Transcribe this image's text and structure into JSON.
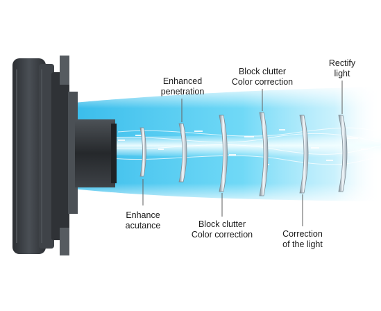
{
  "labels": {
    "enhanced_penetration": [
      "Enhanced",
      "penetration"
    ],
    "block_clutter_top": [
      "Block clutter",
      "Color correction"
    ],
    "rectify_light": [
      "Rectify",
      "light"
    ],
    "enhance_acutance": [
      "Enhance",
      "acutance"
    ],
    "block_clutter_bottom": [
      "Block clutter",
      "Color correction"
    ],
    "correction_of_light": [
      "Correction",
      "of the light"
    ]
  },
  "colors": {
    "beam_core": "#e8fbff",
    "beam_mid": "#3ec8f2",
    "beam_edge": "#bfeefc",
    "housing": "#3b3f44",
    "housing_light": "#6b7075",
    "leader_line": "#6a6a6a"
  },
  "icons": [
    "headlight-bulb-icon"
  ]
}
